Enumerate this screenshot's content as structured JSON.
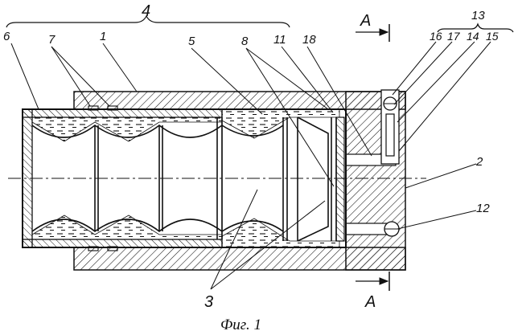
{
  "labels": {
    "l1": "1",
    "l2": "2",
    "l3": "3",
    "l4": "4",
    "l5": "5",
    "l6": "6",
    "l7": "7",
    "l8": "8",
    "l11": "11",
    "l12": "12",
    "l13": "13",
    "l14": "14",
    "l15": "15",
    "l16": "16",
    "l17": "17",
    "l18": "18"
  },
  "section": {
    "mark_top": "A",
    "mark_bottom": "A"
  },
  "caption": "Фиг. 1",
  "colors": {
    "ink": "#111111",
    "paper": "#ffffff"
  }
}
